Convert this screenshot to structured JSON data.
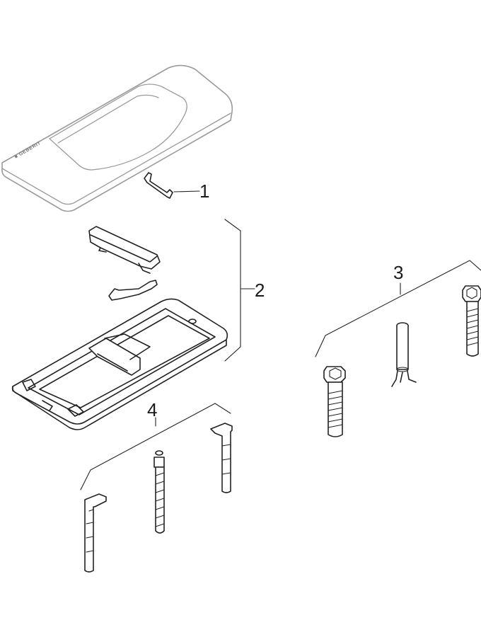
{
  "diagram": {
    "brand_text": "GEBERIT",
    "callouts": [
      {
        "id": "1",
        "label": "1"
      },
      {
        "id": "2",
        "label": "2"
      },
      {
        "id": "3",
        "label": "3"
      },
      {
        "id": "4",
        "label": "4"
      }
    ],
    "colors": {
      "line": "#222222",
      "cover_outline": "#9a9a9a",
      "background": "#ffffff"
    }
  }
}
